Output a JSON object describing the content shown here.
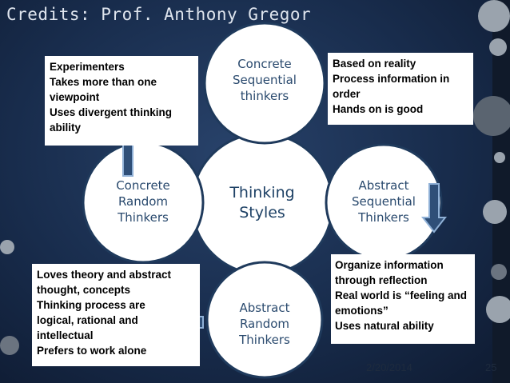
{
  "slide": {
    "title": "Credits: Prof. Anthony Gregor",
    "date": "2/20/2014",
    "page_number": "25"
  },
  "center": {
    "label_lines": [
      "Thinking",
      "Styles"
    ]
  },
  "circles": {
    "concrete_sequential": {
      "label_lines": [
        "Concrete",
        "Sequential",
        "thinkers"
      ]
    },
    "abstract_sequential": {
      "label_lines": [
        "Abstract",
        "Sequential",
        "Thinkers"
      ]
    },
    "abstract_random": {
      "label_lines": [
        "Abstract",
        "Random",
        "Thinkers"
      ]
    },
    "concrete_random": {
      "label_lines": [
        "Concrete",
        "Random",
        "Thinkers"
      ]
    }
  },
  "notes": {
    "concrete_random": [
      "Experimenters",
      "Takes more than one",
      "viewpoint",
      "Uses divergent thinking",
      "ability"
    ],
    "concrete_sequential": [
      "Based on reality",
      "Process information in",
      "order",
      "Hands on is good"
    ],
    "abstract_sequential": [
      "Organize information",
      "through reflection",
      "Real world is “feeling and",
      "emotions”",
      "Uses natural ability"
    ],
    "abstract_random": [
      "Loves theory and abstract",
      "thought, concepts",
      "Thinking process are",
      "logical, rational and",
      "intellectual",
      "Prefers to work alone"
    ]
  },
  "icons": {
    "arrow_up": "arrow-up-icon",
    "arrow_down": "arrow-down-icon",
    "arrow_left": "arrow-left-icon"
  },
  "colors": {
    "circle_fill": "#ffffff",
    "circle_stroke": "#1f3a5c",
    "arrow_fill": "#2f4f78",
    "arrow_stroke": "#8fb0d6"
  }
}
